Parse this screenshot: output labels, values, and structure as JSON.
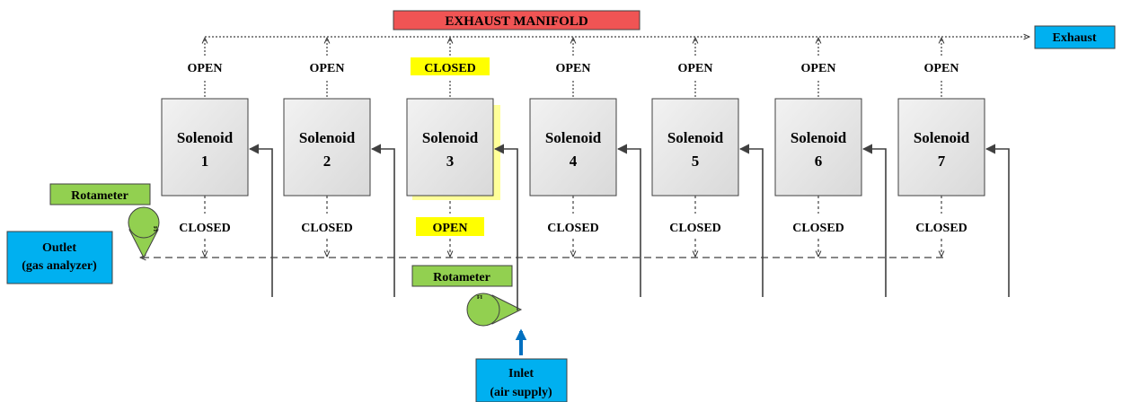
{
  "manifold": {
    "label": "EXHAUST MANIFOLD",
    "fill": "#f05454"
  },
  "exhaust": {
    "label": "Exhaust"
  },
  "outlet": {
    "line1": "Outlet",
    "line2": "(gas analyzer)"
  },
  "inlet": {
    "line1": "Inlet",
    "line2": "(air supply)"
  },
  "rotameter_label": "Rotameter",
  "rotameter_symbol": "FI",
  "solenoids": [
    {
      "name": "Solenoid",
      "number": "1",
      "top_state": "OPEN",
      "bottom_state": "CLOSED",
      "selected": false
    },
    {
      "name": "Solenoid",
      "number": "2",
      "top_state": "OPEN",
      "bottom_state": "CLOSED",
      "selected": false
    },
    {
      "name": "Solenoid",
      "number": "3",
      "top_state": "CLOSED",
      "bottom_state": "OPEN",
      "selected": true
    },
    {
      "name": "Solenoid",
      "number": "4",
      "top_state": "OPEN",
      "bottom_state": "CLOSED",
      "selected": false
    },
    {
      "name": "Solenoid",
      "number": "5",
      "top_state": "OPEN",
      "bottom_state": "CLOSED",
      "selected": false
    },
    {
      "name": "Solenoid",
      "number": "6",
      "top_state": "OPEN",
      "bottom_state": "CLOSED",
      "selected": false
    },
    {
      "name": "Solenoid",
      "number": "7",
      "top_state": "OPEN",
      "bottom_state": "CLOSED",
      "selected": false
    }
  ],
  "colors": {
    "cyan_box": "#00b0f0",
    "green_label": "#92d050",
    "highlight": "#ffff00",
    "inlet_arrow": "#0070c0",
    "line": "#404040",
    "solenoid_fill": "#e6e6e6"
  }
}
